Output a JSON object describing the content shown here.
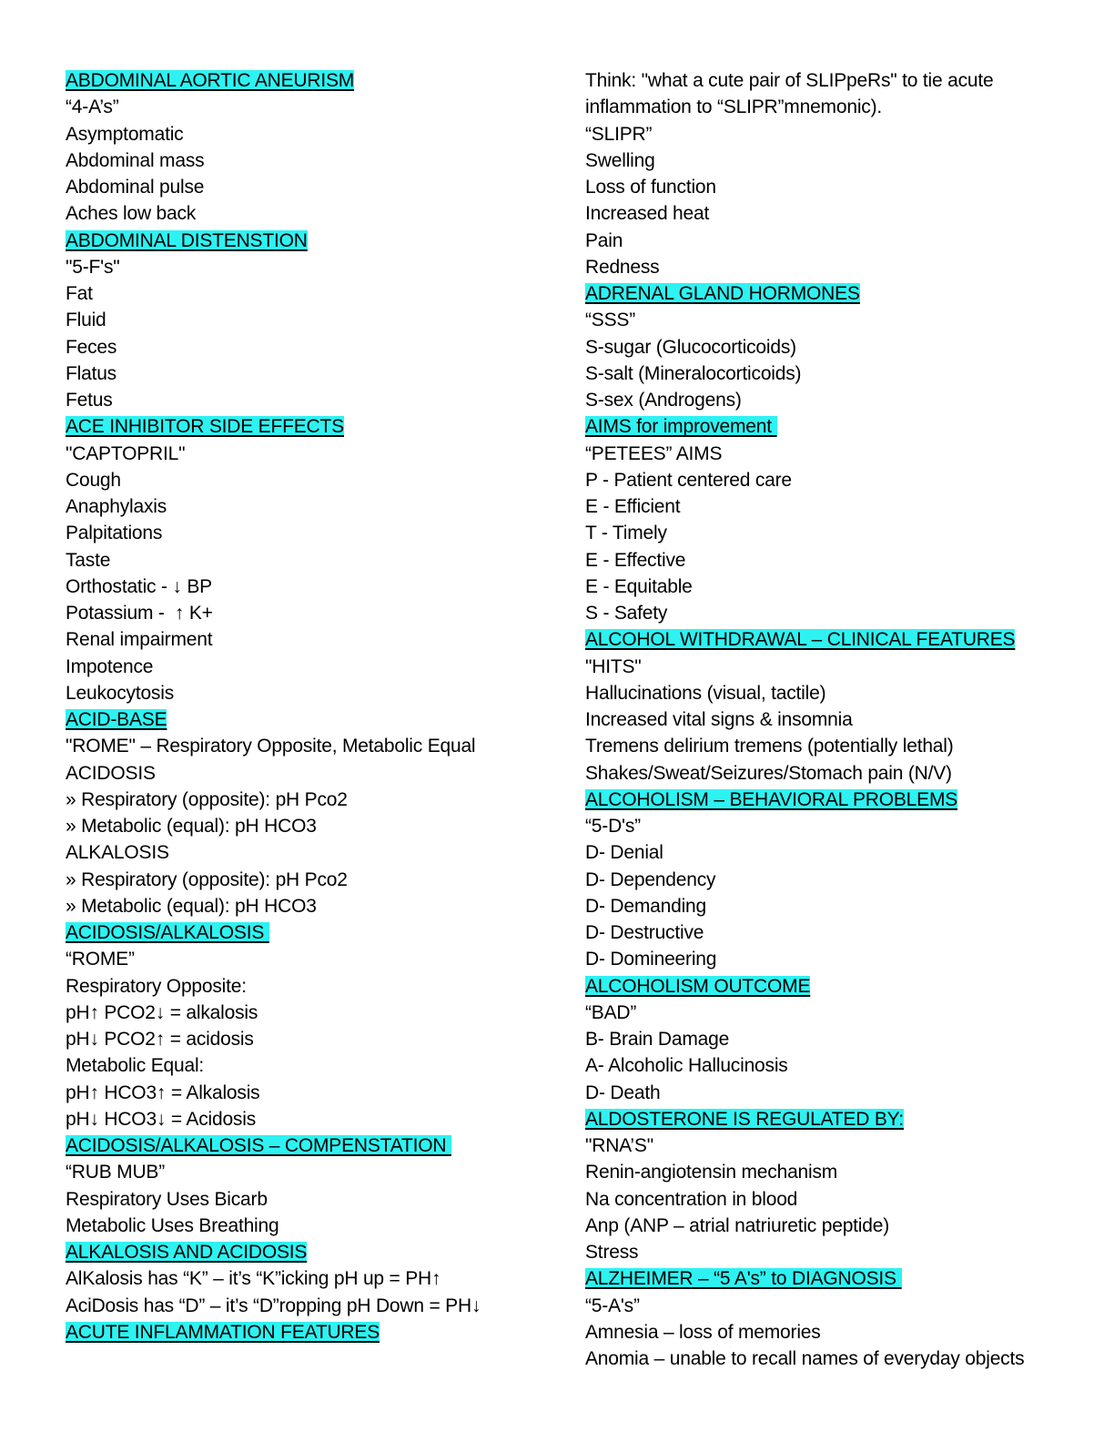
{
  "page": {
    "background_color": "#ffffff",
    "text_color": "#000000",
    "highlight_color": "#2ef2f2"
  },
  "columns": [
    {
      "name": "left",
      "lines": [
        {
          "t": "ABDOMINAL AORTIC ANEURISM",
          "h": true
        },
        {
          "t": "“4-A’s”",
          "h": false
        },
        {
          "t": "Asymptomatic",
          "h": false
        },
        {
          "t": "Abdominal mass",
          "h": false
        },
        {
          "t": "Abdominal pulse",
          "h": false
        },
        {
          "t": "Aches low back",
          "h": false
        },
        {
          "t": "ABDOMINAL DISTENSTION",
          "h": true
        },
        {
          "t": "\"5-F's\"",
          "h": false
        },
        {
          "t": "Fat",
          "h": false
        },
        {
          "t": "Fluid",
          "h": false
        },
        {
          "t": "Feces",
          "h": false
        },
        {
          "t": "Flatus",
          "h": false
        },
        {
          "t": "Fetus",
          "h": false
        },
        {
          "t": "ACE INHIBITOR SIDE EFFECTS",
          "h": true
        },
        {
          "t": "\"CAPTOPRIL\"",
          "h": false
        },
        {
          "t": "Cough",
          "h": false
        },
        {
          "t": "Anaphylaxis",
          "h": false
        },
        {
          "t": "Palpitations",
          "h": false
        },
        {
          "t": "Taste",
          "h": false
        },
        {
          "t": "Orthostatic - ↓ BP",
          "h": false
        },
        {
          "t": "Potassium -  ↑ K+",
          "h": false
        },
        {
          "t": "Renal impairment",
          "h": false
        },
        {
          "t": "Impotence",
          "h": false
        },
        {
          "t": "Leukocytosis",
          "h": false
        },
        {
          "t": "ACID-BASE",
          "h": true
        },
        {
          "t": "\"ROME\" – Respiratory Opposite, Metabolic Equal",
          "h": false
        },
        {
          "t": "ACIDOSIS",
          "h": false
        },
        {
          "t": "» Respiratory (opposite): pH Pco2",
          "h": false
        },
        {
          "t": "» Metabolic (equal): pH HCO3",
          "h": false
        },
        {
          "t": "ALKALOSIS",
          "h": false
        },
        {
          "t": "» Respiratory (opposite): pH Pco2",
          "h": false
        },
        {
          "t": "» Metabolic (equal): pH HCO3",
          "h": false
        },
        {
          "t": "ACIDOSIS/ALKALOSIS ",
          "h": true
        },
        {
          "t": "“ROME”",
          "h": false
        },
        {
          "t": "Respiratory Opposite:",
          "h": false
        },
        {
          "t": "pH↑ PCO2↓ = alkalosis",
          "h": false
        },
        {
          "t": "pH↓ PCO2↑ = acidosis",
          "h": false
        },
        {
          "t": "Metabolic Equal:",
          "h": false
        },
        {
          "t": "pH↑ HCO3↑ = Alkalosis",
          "h": false
        },
        {
          "t": "pH↓ HCO3↓ = Acidosis",
          "h": false
        },
        {
          "t": "ACIDOSIS/ALKALOSIS – COMPENSTATION ",
          "h": true
        },
        {
          "t": "“RUB MUB”",
          "h": false
        },
        {
          "t": "Respiratory Uses Bicarb",
          "h": false
        },
        {
          "t": "Metabolic Uses Breathing",
          "h": false
        },
        {
          "t": "ALKALOSIS AND ACIDOSIS",
          "h": true
        },
        {
          "t": "AlKalosis has “K” – it’s “K”icking pH up = PH↑",
          "h": false
        },
        {
          "t": "AciDosis has “D” – it’s “D”ropping pH Down = PH↓",
          "h": false
        },
        {
          "t": "ACUTE INFLAMMATION FEATURES",
          "h": true
        }
      ]
    },
    {
      "name": "right",
      "lines": [
        {
          "t": "Think: \"what a cute pair of SLIPpeRs\" to tie acute",
          "h": false
        },
        {
          "t": "inflammation to “SLIPR”mnemonic).",
          "h": false
        },
        {
          "t": "“SLIPR”",
          "h": false
        },
        {
          "t": "Swelling",
          "h": false
        },
        {
          "t": "Loss of function",
          "h": false
        },
        {
          "t": "Increased heat",
          "h": false
        },
        {
          "t": "Pain",
          "h": false
        },
        {
          "t": "Redness",
          "h": false
        },
        {
          "t": "ADRENAL GLAND HORMONES",
          "h": true
        },
        {
          "t": "“SSS”",
          "h": false
        },
        {
          "t": "S-sugar (Glucocorticoids)",
          "h": false
        },
        {
          "t": "S-salt (Mineralocorticoids)",
          "h": false
        },
        {
          "t": "S-sex (Androgens)",
          "h": false
        },
        {
          "t": "AIMS for improvement ",
          "h": true
        },
        {
          "t": "“PETEES” AIMS",
          "h": false
        },
        {
          "t": "P - Patient centered care",
          "h": false
        },
        {
          "t": "E - Efficient",
          "h": false
        },
        {
          "t": "T - Timely",
          "h": false
        },
        {
          "t": "E - Effective",
          "h": false
        },
        {
          "t": "E - Equitable",
          "h": false
        },
        {
          "t": "S - Safety",
          "h": false
        },
        {
          "t": "ALCOHOL WITHDRAWAL – CLINICAL FEATURES",
          "h": true
        },
        {
          "t": "\"HITS\"",
          "h": false
        },
        {
          "t": "Hallucinations (visual, tactile)",
          "h": false
        },
        {
          "t": "Increased vital signs & insomnia",
          "h": false
        },
        {
          "t": "Tremens delirium tremens (potentially lethal)",
          "h": false
        },
        {
          "t": "Shakes/Sweat/Seizures/Stomach pain (N/V)",
          "h": false
        },
        {
          "t": "ALCOHOLISM – BEHAVIORAL PROBLEMS",
          "h": true
        },
        {
          "t": "“5-D's”",
          "h": false
        },
        {
          "t": "D- Denial",
          "h": false
        },
        {
          "t": "D- Dependency",
          "h": false
        },
        {
          "t": "D- Demanding",
          "h": false
        },
        {
          "t": "D- Destructive",
          "h": false
        },
        {
          "t": "D- Domineering",
          "h": false
        },
        {
          "t": "ALCOHOLISM OUTCOME",
          "h": true
        },
        {
          "t": "“BAD”",
          "h": false
        },
        {
          "t": "B- Brain Damage",
          "h": false
        },
        {
          "t": "A- Alcoholic Hallucinosis",
          "h": false
        },
        {
          "t": "D- Death",
          "h": false
        },
        {
          "t": "ALDOSTERONE IS REGULATED BY:",
          "h": true
        },
        {
          "t": "\"RNA’S\"",
          "h": false
        },
        {
          "t": "Renin-angiotensin mechanism",
          "h": false
        },
        {
          "t": "Na concentration in blood",
          "h": false
        },
        {
          "t": "Anp (ANP – atrial natriuretic peptide)",
          "h": false
        },
        {
          "t": "Stress",
          "h": false
        },
        {
          "t": "ALZHEIMER – “5 A's” to DIAGNOSIS ",
          "h": true
        },
        {
          "t": "“5-A's”",
          "h": false
        },
        {
          "t": "Amnesia – loss of memories",
          "h": false
        },
        {
          "t": "Anomia – unable to recall names of everyday objects",
          "h": false
        }
      ]
    }
  ]
}
